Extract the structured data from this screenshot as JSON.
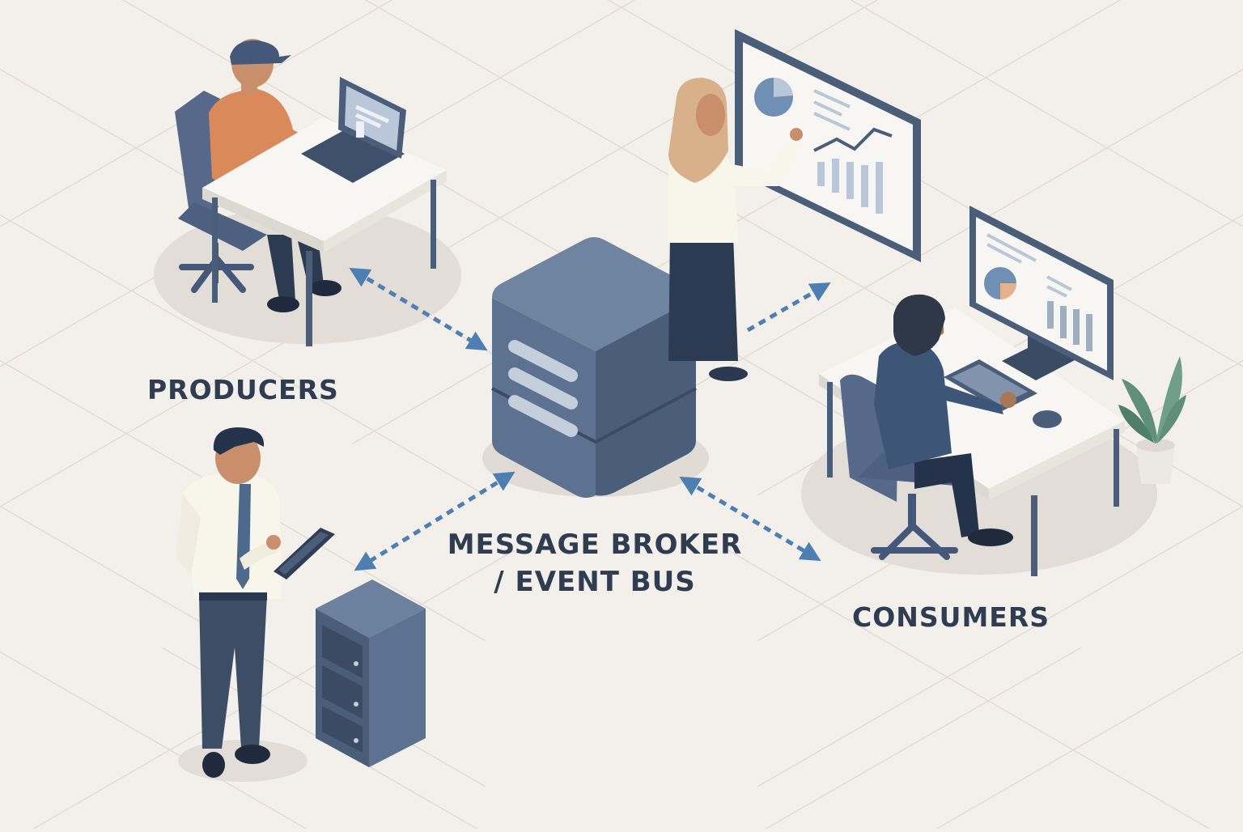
{
  "labels": {
    "producers": "PRODUCERS",
    "consumers": "CONSUMERS",
    "broker_line1": "MESSAGE BROKER",
    "broker_line2": "/ EVENT BUS"
  },
  "colors": {
    "background": "#f3efea",
    "grid": "#e0dad3",
    "broker": "#5d7290",
    "broker_dark": "#4a5d79",
    "desk": "#f7f6f3",
    "arrow": "#4d7fb3",
    "label": "#2e3d52",
    "orange_shirt": "#d9895a",
    "plant": "#5f8f7a"
  },
  "icons": [
    "laptop-icon",
    "tablet-icon",
    "monitor-icon",
    "dashboard-board-icon",
    "server-icon",
    "plant-icon",
    "mouse-icon"
  ]
}
